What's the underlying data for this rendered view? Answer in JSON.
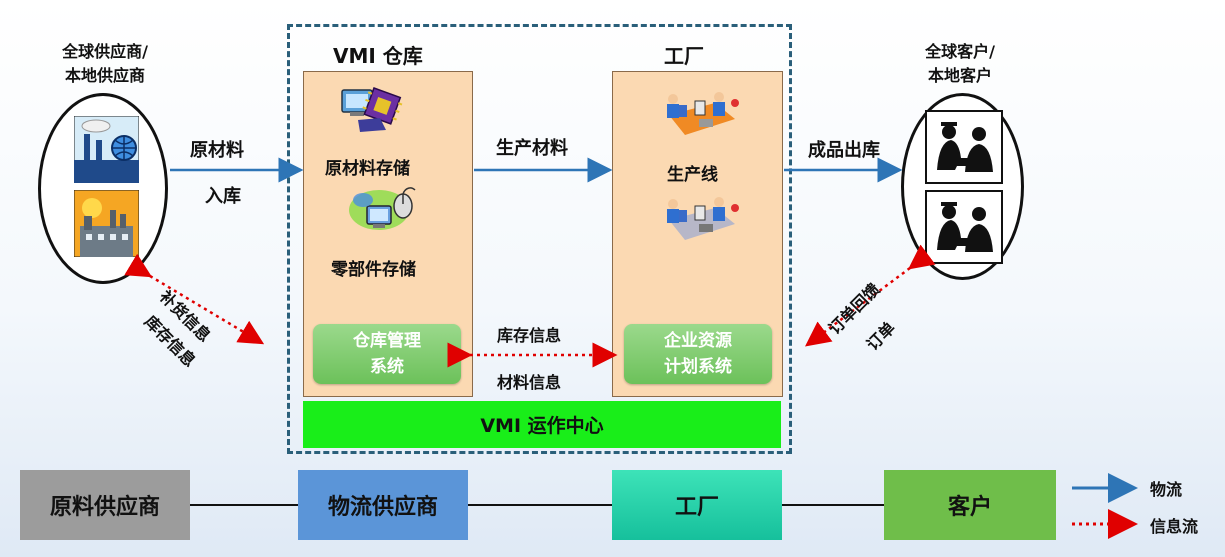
{
  "colors": {
    "material_arrow": "#2e75b6",
    "info_arrow": "#e00000",
    "panel_fill": "#fbd9b2",
    "ops_green": "#19ee19",
    "frame_dash": "#2a5f7a"
  },
  "left": {
    "title_line1": "全球供应商/",
    "title_line2": "本地供应商",
    "icons": [
      "factory-globe-icon",
      "factory-sun-icon"
    ]
  },
  "right": {
    "title_line1": "全球客户/",
    "title_line2": "本地客户",
    "icons": [
      "business-meeting-icon",
      "business-meeting-icon"
    ]
  },
  "vmi": {
    "title": "VMI 仓库",
    "raw_storage": "原材料存储",
    "parts_storage": "零部件存储",
    "wms_line1": "仓库管理",
    "wms_line2": "系统",
    "icons": [
      "chip-computer-icon",
      "mouse-computer-icon"
    ]
  },
  "factory": {
    "title": "工厂",
    "line": "生产线",
    "erp_line1": "企业资源",
    "erp_line2": "计划系统",
    "icons": [
      "assembly-line-icon",
      "assembly-line-icon"
    ]
  },
  "ops_center": "VMI 运作中心",
  "flows": {
    "raw_material": "原材料",
    "inbound": "入库",
    "production_material": "生产材料",
    "product_out": "成品出库",
    "inventory_info": "库存信息",
    "material_info": "材料信息",
    "replenish_info": "补货信息",
    "stock_info": "库存信息",
    "order_feedback": "订单回馈",
    "order": "订单"
  },
  "chain": {
    "supplier": "原料供应商",
    "logistics": "物流供应商",
    "factory": "工厂",
    "customer": "客户"
  },
  "legend": {
    "material_flow": "物流",
    "info_flow": "信息流"
  }
}
